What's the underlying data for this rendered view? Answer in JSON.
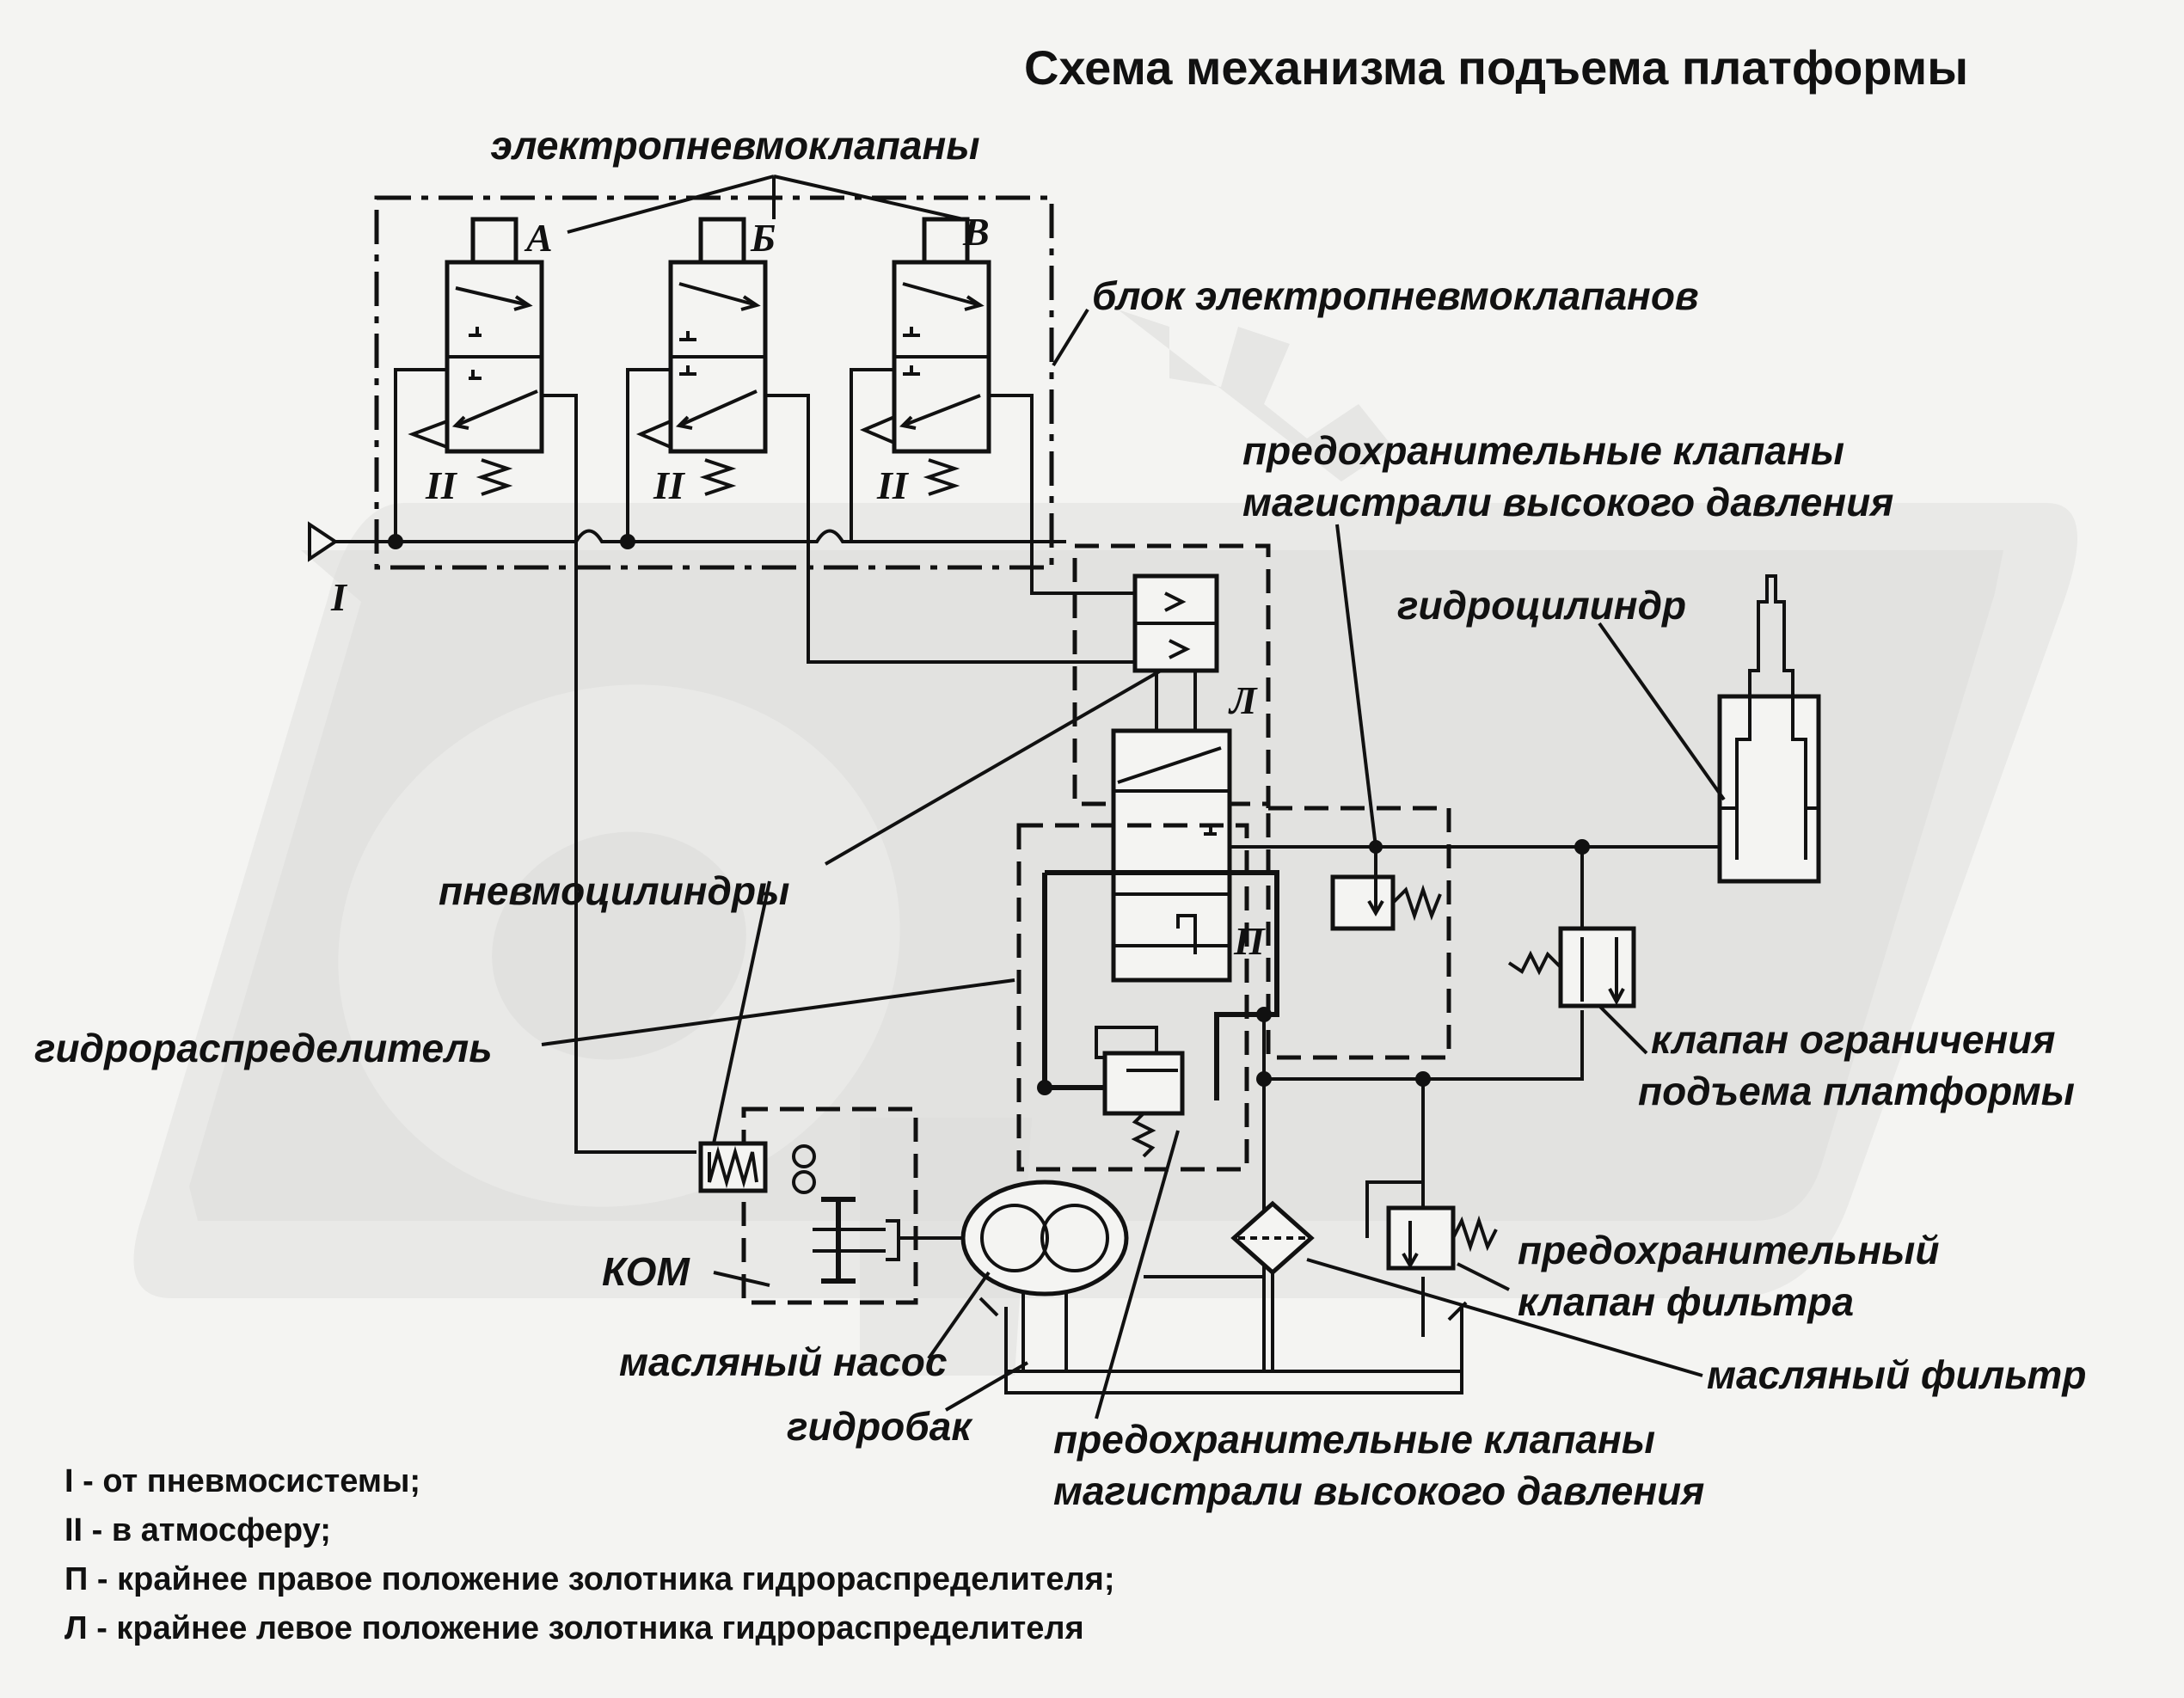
{
  "title": "Схема механизма подъема платформы",
  "labels": {
    "solenoid_valves": "электропневмоклапаны",
    "valve_a": "А",
    "valve_b": "Б",
    "valve_v": "В",
    "valve_block": "блок электропневмоклапанов",
    "relief_top_1": "предохранительные клапаны",
    "relief_top_2": "магистрали высокого давления",
    "hydro_cylinder": "гидроцилиндр",
    "pos_left": "Л",
    "pos_right": "П",
    "pneumo_cylinders": "пневмоцилиндры",
    "distributor": "гидрораспределитель",
    "limit_valve_1": "клапан ограничения",
    "limit_valve_2": "подъема платформы",
    "pto": "КОМ",
    "filter_relief_1": "предохранительный",
    "filter_relief_2": "клапан фильтра",
    "oil_pump": "масляный насос",
    "oil_filter": "масляный фильтр",
    "tank": "гидробак",
    "relief_bottom_1": "предохранительные клапаны",
    "relief_bottom_2": "магистрали высокого давления",
    "input_mark": "I",
    "atm_mark": "II"
  },
  "legend": [
    "I - от пневмосистемы;",
    "II - в атмосферу;",
    "П - крайнее правое положение золотника гидрораспределителя;",
    "Л - крайнее левое положение золотника гидрораспределителя"
  ]
}
